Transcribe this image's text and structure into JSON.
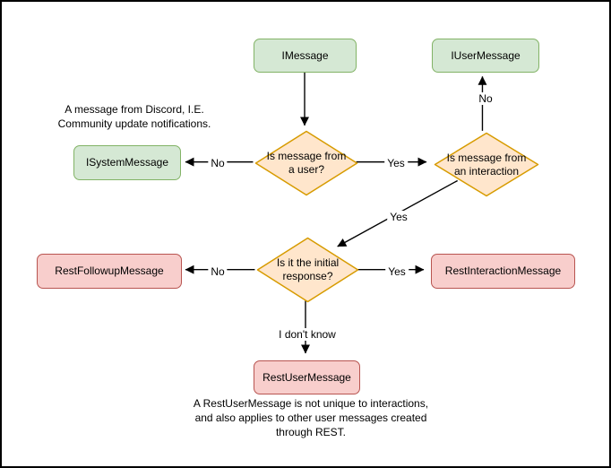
{
  "colors": {
    "background": "#ffffff",
    "canvas_border": "#000000",
    "text": "#000000",
    "edge": "#000000",
    "green_fill": "#d5e8d4",
    "green_stroke": "#82b366",
    "orange_fill": "#ffe6cc",
    "orange_stroke": "#d79b00",
    "red_fill": "#f8cecc",
    "red_stroke": "#b85450"
  },
  "nodes": {
    "imessage": "IMessage",
    "iusermessage": "IUserMessage",
    "isystemmessage": "ISystemMessage",
    "rest_followup": "RestFollowupMessage",
    "rest_interaction": "RestInteractionMessage",
    "rest_user": "RestUserMessage"
  },
  "decisions": {
    "from_user": "Is message from a user?",
    "from_interaction": "Is message from an interaction",
    "initial_response": "Is it the initial response?"
  },
  "edge_labels": {
    "from_user_no": "No",
    "from_user_yes": "Yes",
    "from_interaction_no": "No",
    "from_interaction_yes": "Yes",
    "initial_no": "No",
    "initial_yes": "Yes",
    "initial_unknown": "I don't know"
  },
  "notes": {
    "system_message": "A message from Discord, I.E.\nCommunity update notifications.",
    "rest_user": "A RestUserMessage is not unique to interactions,\nand also applies to other user messages created\nthrough REST."
  }
}
